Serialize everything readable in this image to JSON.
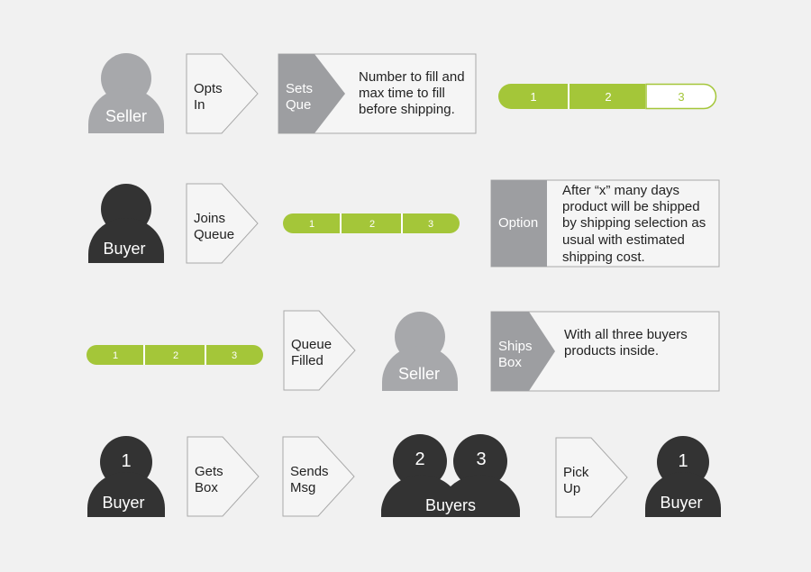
{
  "row1": {
    "seller": "Seller",
    "opts_in": [
      "Opts",
      "In"
    ],
    "sets_que": [
      "Sets",
      "Que"
    ],
    "sets_que_desc": [
      "Number to fill and",
      "max time to fill",
      "before shipping."
    ],
    "progress": [
      "1",
      "2",
      "3"
    ]
  },
  "row2": {
    "buyer": "Buyer",
    "joins_queue": [
      "Joins",
      "Queue"
    ],
    "progress": [
      "1",
      "2",
      "3"
    ],
    "option": "Option",
    "option_desc": [
      "After “x” many days",
      "product will be shipped",
      "by shipping selection as",
      "usual with estimated",
      "shipping cost."
    ]
  },
  "row3": {
    "progress": [
      "1",
      "2",
      "3"
    ],
    "queue_filled": [
      "Queue",
      "Filled"
    ],
    "seller": "Seller",
    "ships_box": [
      "Ships",
      "Box"
    ],
    "ships_box_desc": [
      "With all three buyers",
      "products inside."
    ]
  },
  "row4": {
    "buyer_num": "1",
    "buyer": "Buyer",
    "gets_box": [
      "Gets",
      "Box"
    ],
    "sends_msg": [
      "Sends",
      "Msg"
    ],
    "buyers_nums": [
      "2",
      "3"
    ],
    "buyers": "Buyers",
    "pick_up": [
      "Pick",
      "Up"
    ],
    "buyer2_num": "1",
    "buyer2": "Buyer"
  },
  "colors": {
    "background": "#f1f1f1",
    "green": "#a4c639",
    "seller_gray": "#a7a8ab",
    "buyer_dark": "#333333",
    "label_gray": "#9d9ea1",
    "border": "#a9a9a9"
  }
}
